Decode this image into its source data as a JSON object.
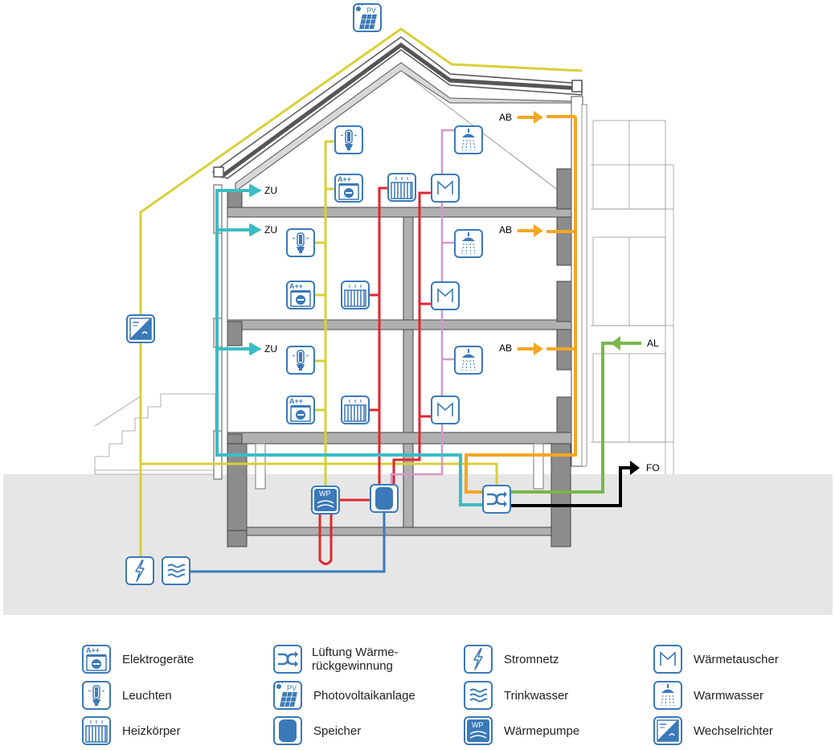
{
  "diagram": {
    "flow_labels": {
      "zu1": "ZU",
      "zu2": "ZU",
      "zu3": "ZU",
      "ab1": "AB",
      "ab2": "AB",
      "ab3": "AB",
      "al": "AL",
      "fo": "FO"
    },
    "pv_icon_text": "PV",
    "wp_icon_text": "WP",
    "a_plus_text": "A++",
    "colors": {
      "supply_air": "#3bbcc4",
      "exhaust_air": "#f5a623",
      "outside_air": "#7ab648",
      "outgoing_air": "#000000",
      "heating": "#e0262e",
      "hot_water": "#d796c8",
      "electric": "#d9cf3a",
      "fresh_water": "#3b79b8",
      "icon_blue": "#3b79b8",
      "wall": "#8c8c8c",
      "ground": "#e6e6e6"
    }
  },
  "legend": [
    {
      "icon": "appliance-icon",
      "label": "Elektrogeräte"
    },
    {
      "icon": "lamp-icon",
      "label": "Leuchten"
    },
    {
      "icon": "radiator-icon",
      "label": "Heizkörper"
    },
    {
      "icon": "ventilation-heat-recovery-icon",
      "label": "Lüftung Wärme-\nrückgewinnung"
    },
    {
      "icon": "solar-panel-icon",
      "label": "Photovoltaikanlage"
    },
    {
      "icon": "storage-tank-icon",
      "label": "Speicher"
    },
    {
      "icon": "lightning-icon",
      "label": "Stromnetz"
    },
    {
      "icon": "water-waves-icon",
      "label": "Trinkwasser"
    },
    {
      "icon": "heat-pump-icon",
      "label": "Wärmepumpe"
    },
    {
      "icon": "heat-exchanger-icon",
      "label": "Wärmetauscher"
    },
    {
      "icon": "shower-icon",
      "label": "Warmwasser"
    },
    {
      "icon": "inverter-icon",
      "label": "Wechselrichter"
    }
  ]
}
